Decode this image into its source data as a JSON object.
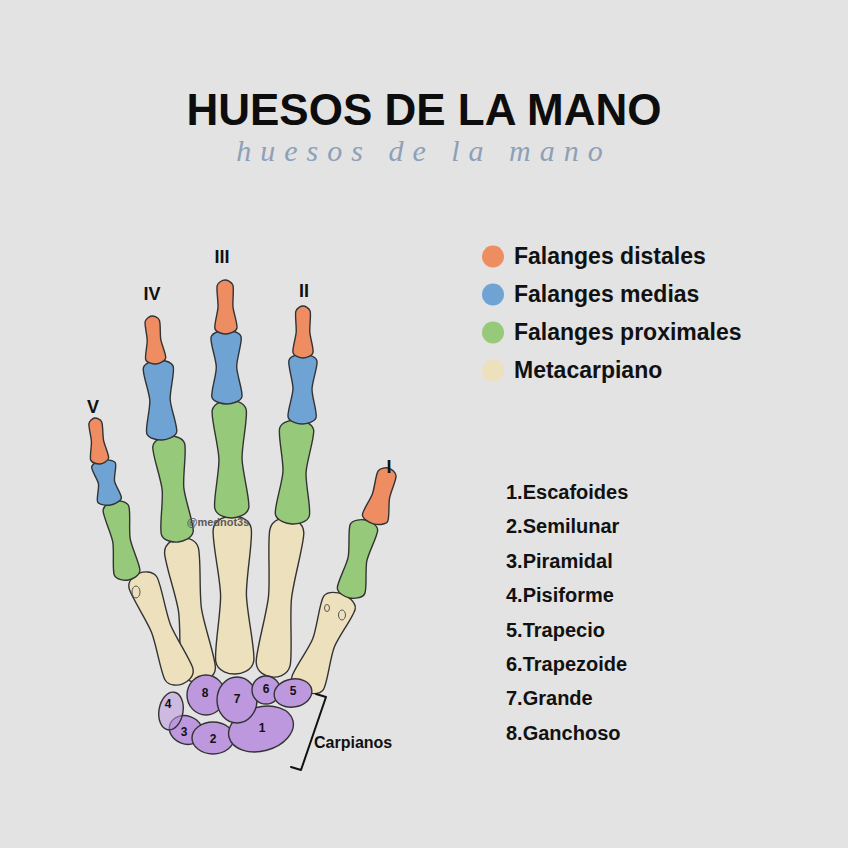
{
  "diagram": {
    "title": "HUESOS DE LA MANO",
    "labels": [
      "huesos de la mano",
      "III",
      "IV",
      "II",
      "V",
      "I",
      "@mednot3s",
      "4",
      "8",
      "7",
      "6",
      "5",
      "3",
      "2",
      "1",
      "Carpianos",
      "1.Escafoides",
      "2.Semilunar",
      "3.Piramidal",
      "4.Pisiforme",
      "5.Trapecio",
      "6.Trapezoide",
      "7.Grande",
      "8.Ganchoso"
    ],
    "legend": [
      {
        "text": "Falanges distales",
        "color": "#ee8c62"
      },
      {
        "text": "Falanges medias",
        "color": "#6fa3d4"
      },
      {
        "text": "Falanges proximales",
        "color": "#96c97a"
      },
      {
        "text": "Metacarpiano",
        "color": "#ede0bd"
      }
    ]
  }
}
